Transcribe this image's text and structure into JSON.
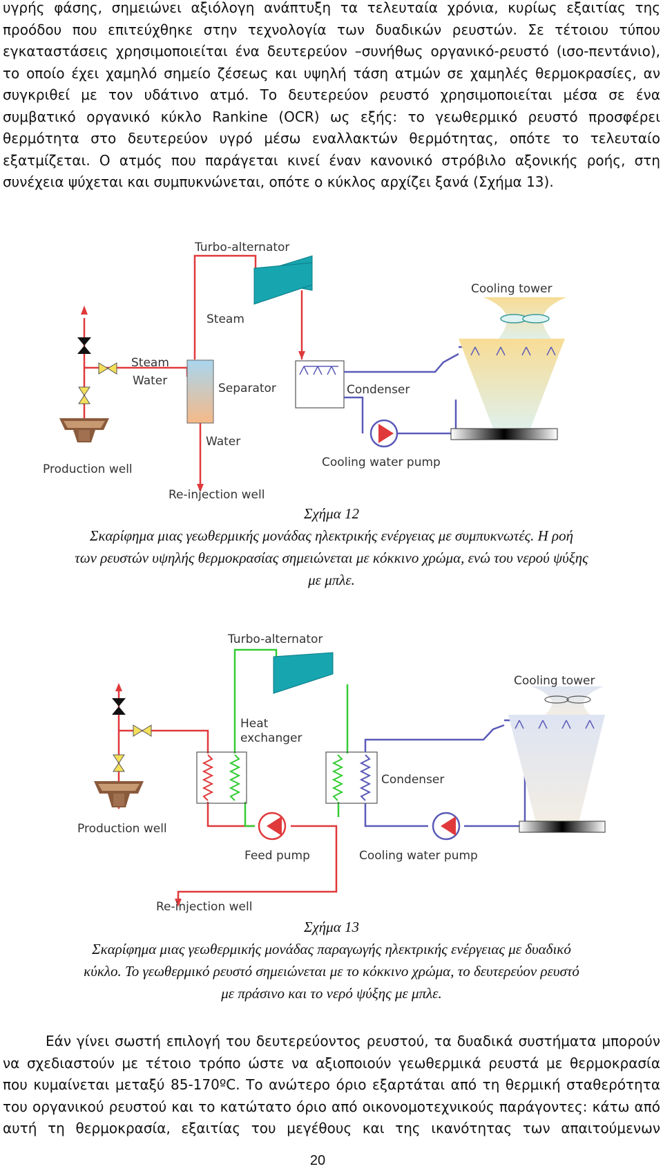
{
  "intro_paragraph": {
    "lines": [
      "υγρής φάσης, σημειώνει αξιόλογη ανάπτυξη τα τελευταία χρόνια, κυρίως εξαιτίας της",
      "προόδου που επιτεύχθηκε στην τεχνολογία των δυαδικών ρευστών. Σε τέτοιου τύπου",
      "εγκαταστάσεις χρησιμοποιείται ένα δευτερεύον –συνήθως οργανικό-ρευστό (ισο-πεντάνιο),",
      "το οποίο έχει χαμηλό σημείο ζέσεως και υψηλή τάση ατμών σε χαμηλές θερμοκρασίες, αν",
      "συγκριθεί με τον υδάτινο ατμό. Το δευτερεύον ρευστό χρησιμοποιείται μέσα σε ένα",
      "συμβατικό οργανικό κύκλο Rankine (OCR) ως εξής: το γεωθερμικό ρευστό προσφέρει",
      "θερμότητα στο δευτερεύον υγρό μέσω εναλλακτών θερμότητας, οπότε το τελευταίο",
      "εξατμίζεται. Ο ατμός που παράγεται κινεί έναν κανονικό στρόβιλο αξονικής ροής, στη",
      "συνέχεια ψύχεται και συμπυκνώνεται, οπότε ο κύκλος αρχίζει ξανά (Σχήμα 13)."
    ]
  },
  "figure12": {
    "labels": {
      "turbo_alternator": "Turbo-alternator",
      "cooling_tower": "Cooling tower",
      "steam_top": "Steam",
      "steam_left": "Steam",
      "water_left": "Water",
      "separator": "Separator",
      "condenser": "Condenser",
      "water_bottom": "Water",
      "cooling_water_pump": "Cooling water pump",
      "production_well": "Production well",
      "reinjection_well": "Re-injection well"
    },
    "caption_title": "Σχήμα 12",
    "caption_lines": [
      "Σκαρίφημα μιας γεωθερμικής μονάδας ηλεκτρικής ενέργειας με συμπυκνωτές. Η ροή",
      "των ρευστών υψηλής θερμοκρασίας σημειώνεται με κόκκινο χρώμα, ενώ του νερού ψύξης",
      "με μπλε."
    ]
  },
  "figure13": {
    "labels": {
      "turbo_alternator": "Turbo-alternator",
      "cooling_tower": "Cooling tower",
      "heat_exchanger_1": "Heat",
      "heat_exchanger_2": "exchanger",
      "condenser": "Condenser",
      "production_well": "Production well",
      "feed_pump": "Feed pump",
      "cooling_water_pump": "Cooling water pump",
      "reinjection_well": "Re-injection well"
    },
    "caption_title": "Σχήμα 13",
    "caption_lines": [
      "Σκαρίφημα μιας γεωθερμικής μονάδας παραγωγής ηλεκτρικής ενέργειας με δυαδικό",
      "κύκλο. Το γεωθερμικό ρευστό σημειώνεται με το κόκκινο χρώμα, το δευτερεύον ρευστό",
      "με πράσινο και το νερό ψύξης με μπλε."
    ]
  },
  "closing_paragraph": {
    "lines": [
      "Εάν γίνει σωστή επιλογή του δευτερεύοντος ρευστού, τα δυαδικά συστήματα μπορούν",
      "να σχεδιαστούν με τέτοιο τρόπο ώστε να αξιοποιούν γεωθερμικά ρευστά με θερμοκρασία",
      "που κυμαίνεται μεταξύ 85-170ºC. Το ανώτερο όριο εξαρτάται από τη θερμική σταθερότητα",
      "του οργανικού ρευστού και το κατώτατο όριο από οικονομοτεχνικούς παράγοντες: κάτω από",
      "αυτή τη θερμοκρασία, εξαιτίας του μεγέθους και της ικανότητας των απαιτούμενων"
    ]
  },
  "page_number": "20",
  "colors": {
    "geothermal_fluid": "#e0393b",
    "secondary_fluid": "#33cc33",
    "cooling_water": "#5a5ab8",
    "turbine": "#17a5b0"
  }
}
